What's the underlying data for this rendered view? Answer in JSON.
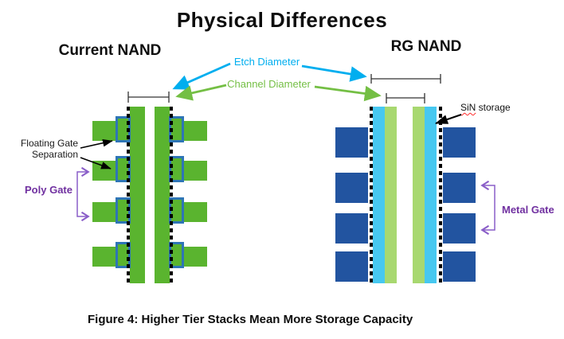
{
  "title": "Physical Differences",
  "left_diagram": {
    "title": "Current NAND"
  },
  "right_diagram": {
    "title": "RG NAND"
  },
  "annotations": {
    "etch_diameter": "Etch Diameter",
    "channel_diameter": "Channel Diameter",
    "floating_gate_line1": "Floating Gate",
    "floating_gate_line2": "Separation",
    "poly_gate": "Poly Gate",
    "sin_word": "SiN",
    "storage_word": " storage",
    "metal_gate": "Metal Gate"
  },
  "caption": "Figure 4: Higher Tier Stacks Mean More Storage Capacity",
  "colors": {
    "poly-green": "#5AB42F",
    "gate-blue": "#2E75B6",
    "metal-blue": "#2254A0",
    "sin-cyan": "#47C8F0",
    "channel-green": "#A8D870",
    "etch-label": "#00AEEF",
    "channel-label": "#74BF44",
    "purple-text": "#7030A0",
    "purple-arrow": "#8A5EC8",
    "squiggle-red": "#FF2A2A"
  }
}
